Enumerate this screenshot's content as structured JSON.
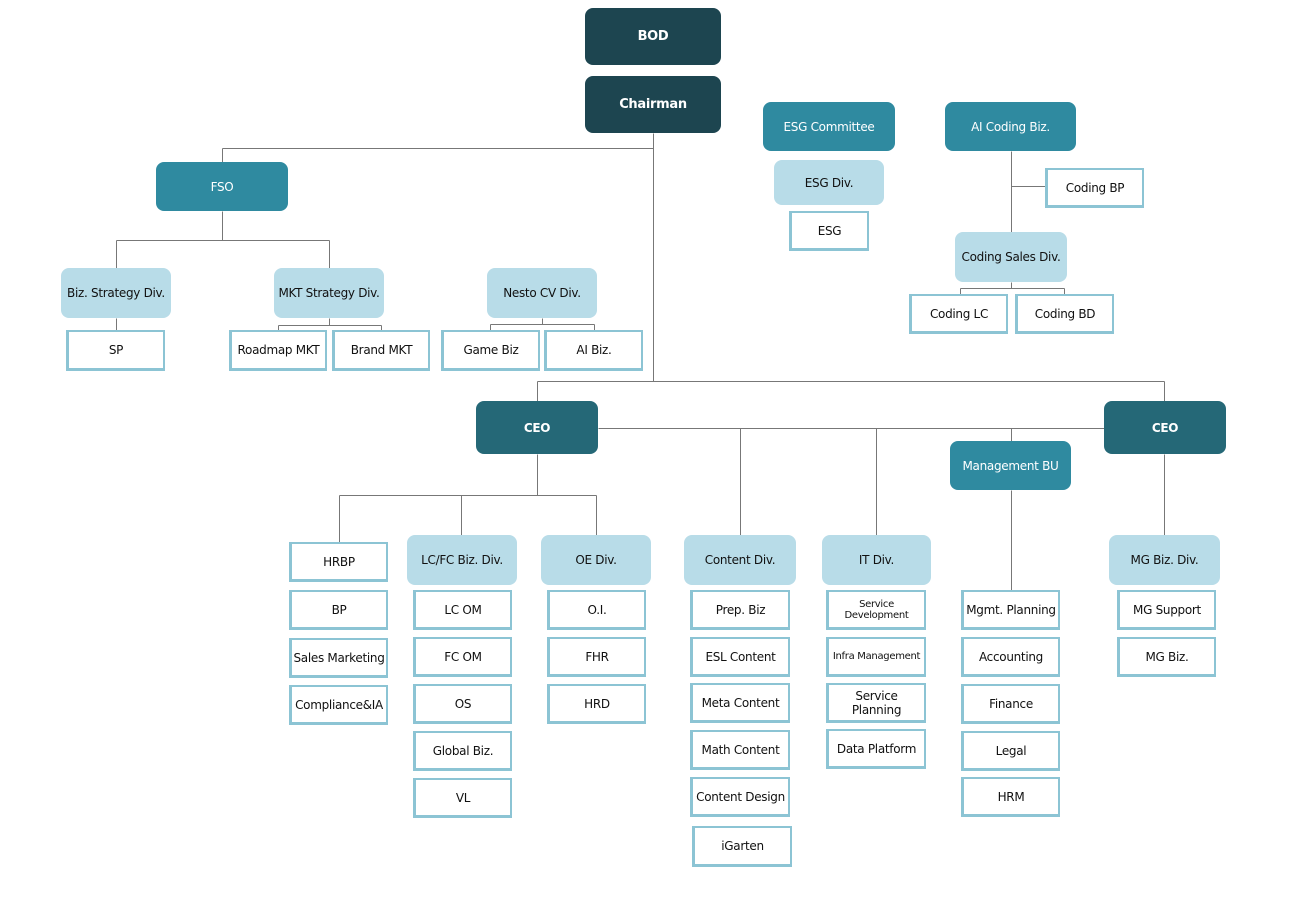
{
  "colors": {
    "dark": "#1d4550",
    "ceo": "#256877",
    "mid": "#2f8aa0",
    "light": "#b8dce8",
    "box_border": "#8cc4d4",
    "line": "#777777"
  },
  "nodes": [
    {
      "id": "bod",
      "label": "BOD",
      "kind": "dark"
    },
    {
      "id": "chairman",
      "label": "Chairman",
      "kind": "dark"
    },
    {
      "id": "esg-committee",
      "label": "ESG Committee",
      "kind": "mid"
    },
    {
      "id": "esg-div",
      "label": "ESG Div.",
      "kind": "light"
    },
    {
      "id": "esg",
      "label": "ESG",
      "kind": "white"
    },
    {
      "id": "ai-coding-biz",
      "label": "AI Coding Biz.",
      "kind": "mid"
    },
    {
      "id": "coding-bp",
      "label": "Coding BP",
      "kind": "white"
    },
    {
      "id": "coding-sales-div",
      "label": "Coding Sales Div.",
      "kind": "light"
    },
    {
      "id": "coding-lc",
      "label": "Coding LC",
      "kind": "white"
    },
    {
      "id": "coding-bd",
      "label": "Coding BD",
      "kind": "white"
    },
    {
      "id": "fso",
      "label": "FSO",
      "kind": "mid"
    },
    {
      "id": "biz-strategy-div",
      "label": "Biz. Strategy Div.",
      "kind": "light"
    },
    {
      "id": "sp",
      "label": "SP",
      "kind": "white"
    },
    {
      "id": "mkt-strategy-div",
      "label": "MKT Strategy Div.",
      "kind": "light"
    },
    {
      "id": "roadmap-mkt",
      "label": "Roadmap MKT",
      "kind": "white"
    },
    {
      "id": "brand-mkt",
      "label": "Brand MKT",
      "kind": "white"
    },
    {
      "id": "nesto-cv-div",
      "label": "Nesto CV Div.",
      "kind": "light"
    },
    {
      "id": "game-biz",
      "label": "Game Biz",
      "kind": "white"
    },
    {
      "id": "ai-biz",
      "label": "AI Biz.",
      "kind": "white"
    },
    {
      "id": "ceo-left",
      "label": "CEO",
      "kind": "ceo"
    },
    {
      "id": "ceo-right",
      "label": "CEO",
      "kind": "ceo"
    },
    {
      "id": "management-bu",
      "label": "Management BU",
      "kind": "mid"
    },
    {
      "id": "hrbp",
      "label": "HRBP",
      "kind": "white"
    },
    {
      "id": "bp",
      "label": "BP",
      "kind": "white"
    },
    {
      "id": "sales-marketing",
      "label": "Sales Marketing",
      "kind": "white"
    },
    {
      "id": "compliance-ia",
      "label": "Compliance&IA",
      "kind": "white"
    },
    {
      "id": "lcfc-biz-div",
      "label": "LC/FC Biz. Div.",
      "kind": "light"
    },
    {
      "id": "lc-om",
      "label": "LC OM",
      "kind": "white"
    },
    {
      "id": "fc-om",
      "label": "FC OM",
      "kind": "white"
    },
    {
      "id": "os",
      "label": "OS",
      "kind": "white"
    },
    {
      "id": "global-biz",
      "label": "Global Biz.",
      "kind": "white"
    },
    {
      "id": "vl",
      "label": "VL",
      "kind": "white"
    },
    {
      "id": "oe-div",
      "label": "OE Div.",
      "kind": "light"
    },
    {
      "id": "oi",
      "label": "O.I.",
      "kind": "white"
    },
    {
      "id": "fhr",
      "label": "FHR",
      "kind": "white"
    },
    {
      "id": "hrd",
      "label": "HRD",
      "kind": "white"
    },
    {
      "id": "content-div",
      "label": "Content Div.",
      "kind": "light"
    },
    {
      "id": "prep-biz",
      "label": "Prep. Biz",
      "kind": "white"
    },
    {
      "id": "esl-content",
      "label": "ESL Content",
      "kind": "white"
    },
    {
      "id": "meta-content",
      "label": "Meta Content",
      "kind": "white"
    },
    {
      "id": "math-content",
      "label": "Math Content",
      "kind": "white"
    },
    {
      "id": "content-design",
      "label": "Content Design",
      "kind": "white"
    },
    {
      "id": "igarten",
      "label": "iGarten",
      "kind": "white"
    },
    {
      "id": "it-div",
      "label": "IT Div.",
      "kind": "light"
    },
    {
      "id": "service-development",
      "label": "Service Development",
      "kind": "white small"
    },
    {
      "id": "infra-management",
      "label": "Infra Management",
      "kind": "white small"
    },
    {
      "id": "service-planning",
      "label": "Service Planning",
      "kind": "white"
    },
    {
      "id": "data-platform",
      "label": "Data Platform",
      "kind": "white"
    },
    {
      "id": "mgmt-planning",
      "label": "Mgmt. Planning",
      "kind": "white"
    },
    {
      "id": "accounting",
      "label": "Accounting",
      "kind": "white"
    },
    {
      "id": "finance",
      "label": "Finance",
      "kind": "white"
    },
    {
      "id": "legal",
      "label": "Legal",
      "kind": "white"
    },
    {
      "id": "hrm",
      "label": "HRM",
      "kind": "white"
    },
    {
      "id": "mg-biz-div",
      "label": "MG Biz. Div.",
      "kind": "light"
    },
    {
      "id": "mg-support",
      "label": "MG Support",
      "kind": "white"
    },
    {
      "id": "mg-biz",
      "label": "MG Biz.",
      "kind": "white"
    }
  ]
}
